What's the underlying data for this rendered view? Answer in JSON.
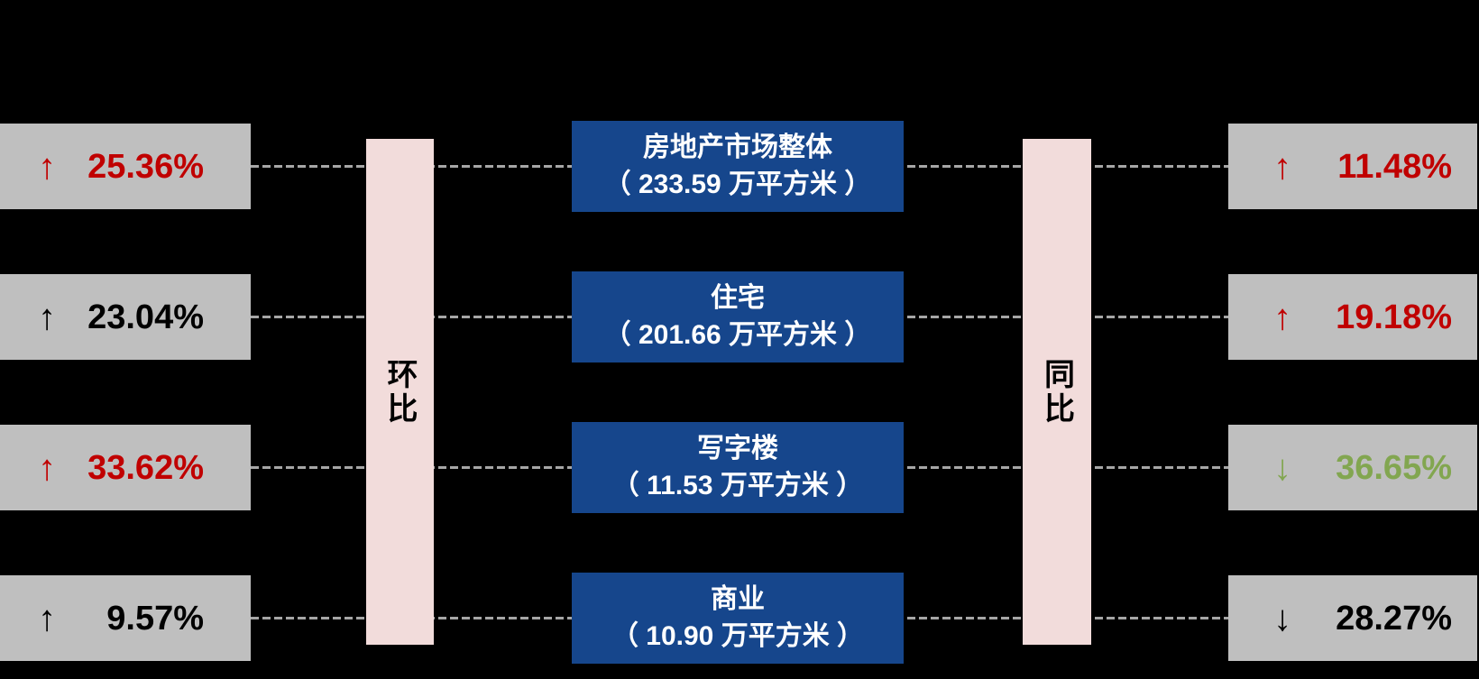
{
  "palette": {
    "background": "#000000",
    "percent_box_gray": "#BFBFBF",
    "category_box_blue": "#16468C",
    "connector_bar_pink": "#F2DCDB",
    "dashed_line_gray": "#A6A6A6",
    "increase_red": "#C00000",
    "decrease_green": "#82A650",
    "neutral_black": "#000000"
  },
  "connectors": {
    "left_label": "环比",
    "right_label": "同比"
  },
  "rows": [
    {
      "category": "房地产市场整体",
      "area": "（ 233.59 万平方米 ）",
      "mom": {
        "arrow": "↑",
        "value": "25.36%",
        "color": "#C00000"
      },
      "yoy": {
        "arrow": "↑",
        "value": "11.48%",
        "color": "#C00000"
      }
    },
    {
      "category": "住宅",
      "area": "（ 201.66 万平方米 ）",
      "mom": {
        "arrow": "↑",
        "value": "23.04%",
        "color": "#000000"
      },
      "yoy": {
        "arrow": "↑",
        "value": "19.18%",
        "color": "#C00000"
      }
    },
    {
      "category": "写字楼",
      "area": "（ 11.53 万平方米 ）",
      "mom": {
        "arrow": "↑",
        "value": "33.62%",
        "color": "#C00000"
      },
      "yoy": {
        "arrow": "↓",
        "value": "36.65%",
        "color": "#82A650"
      }
    },
    {
      "category": "商业",
      "area": "（ 10.90 万平方米 ）",
      "mom": {
        "arrow": "↑",
        "value": "9.57%",
        "color": "#000000"
      },
      "yoy": {
        "arrow": "↓",
        "value": "28.27%",
        "color": "#000000"
      }
    }
  ]
}
